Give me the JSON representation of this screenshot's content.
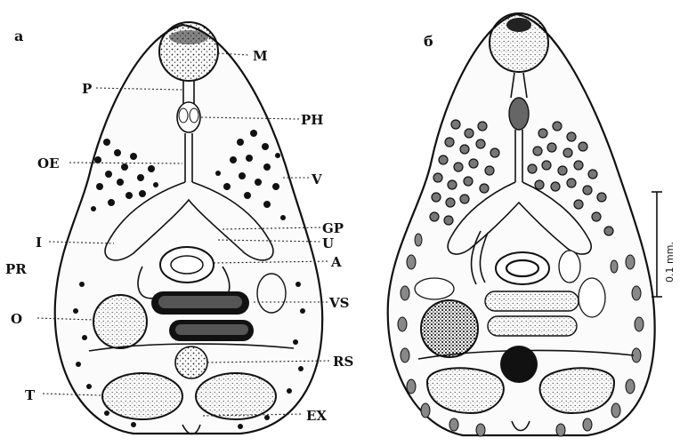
{
  "panels": {
    "left_label": "а",
    "right_label": "б"
  },
  "labels": {
    "M": "M",
    "P": "P",
    "PH": "PH",
    "OE": "OE",
    "V": "V",
    "GP": "GP",
    "U": "U",
    "I": "I",
    "PR": "PR",
    "A": "A",
    "O": "O",
    "VS": "VS",
    "RS": "RS",
    "T": "T",
    "EX": "EX"
  },
  "scale_bar": {
    "text": "0.1 mm."
  }
}
